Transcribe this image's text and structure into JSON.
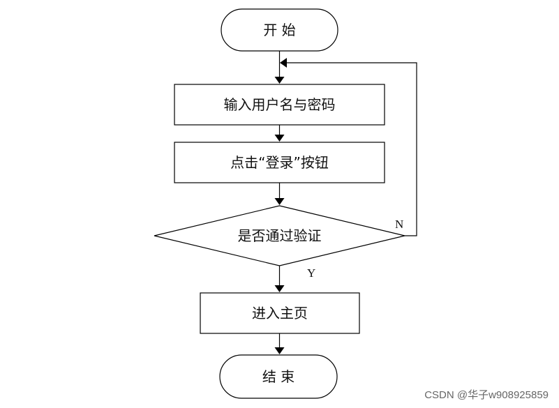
{
  "diagram": {
    "nodes": {
      "start": "开 始",
      "input": "输入用户名与密码",
      "click": "点击“登录”按钮",
      "decision": "是否通过验证",
      "home": "进入主页",
      "end": "结 束"
    },
    "edges": {
      "yes_label": "Y",
      "no_label": "N"
    }
  },
  "watermark": "CSDN @华子w908925859"
}
